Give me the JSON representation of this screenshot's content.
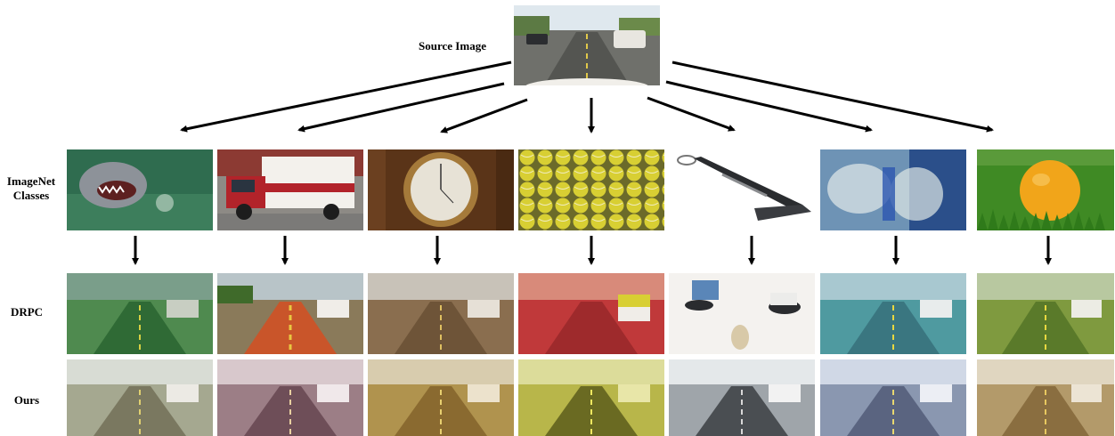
{
  "labels": {
    "source": "Source Image",
    "imagenet": "ImageNet\nClasses",
    "drpc": "DRPC",
    "ours": "Ours"
  },
  "imagenet_classes": [
    {
      "depicts": "shark-image",
      "color": "#3f7a5a"
    },
    {
      "depicts": "ambulance-image",
      "color": "#b2232a"
    },
    {
      "depicts": "barometer-image",
      "color": "#5a3418"
    },
    {
      "depicts": "tennis-balls-image",
      "color": "#d8cf33"
    },
    {
      "depicts": "stapler-image",
      "color": "#f2f2f2"
    },
    {
      "depicts": "snorkel-mask-image",
      "color": "#6e93b5"
    },
    {
      "depicts": "orange-on-grass-image",
      "color": "#3f8a24"
    }
  ],
  "drpc_tints": [
    "#4f8a4f",
    "#c9552a",
    "#8a6e4f",
    "#c0393a",
    "#f4f2ef",
    "#4f9aa0",
    "#7f9a3f"
  ],
  "ours_tints": [
    "#a5a890",
    "#9c7e86",
    "#b0934e",
    "#b8b64a",
    "#9fa5aa",
    "#8a97b0",
    "#b39a6a"
  ]
}
